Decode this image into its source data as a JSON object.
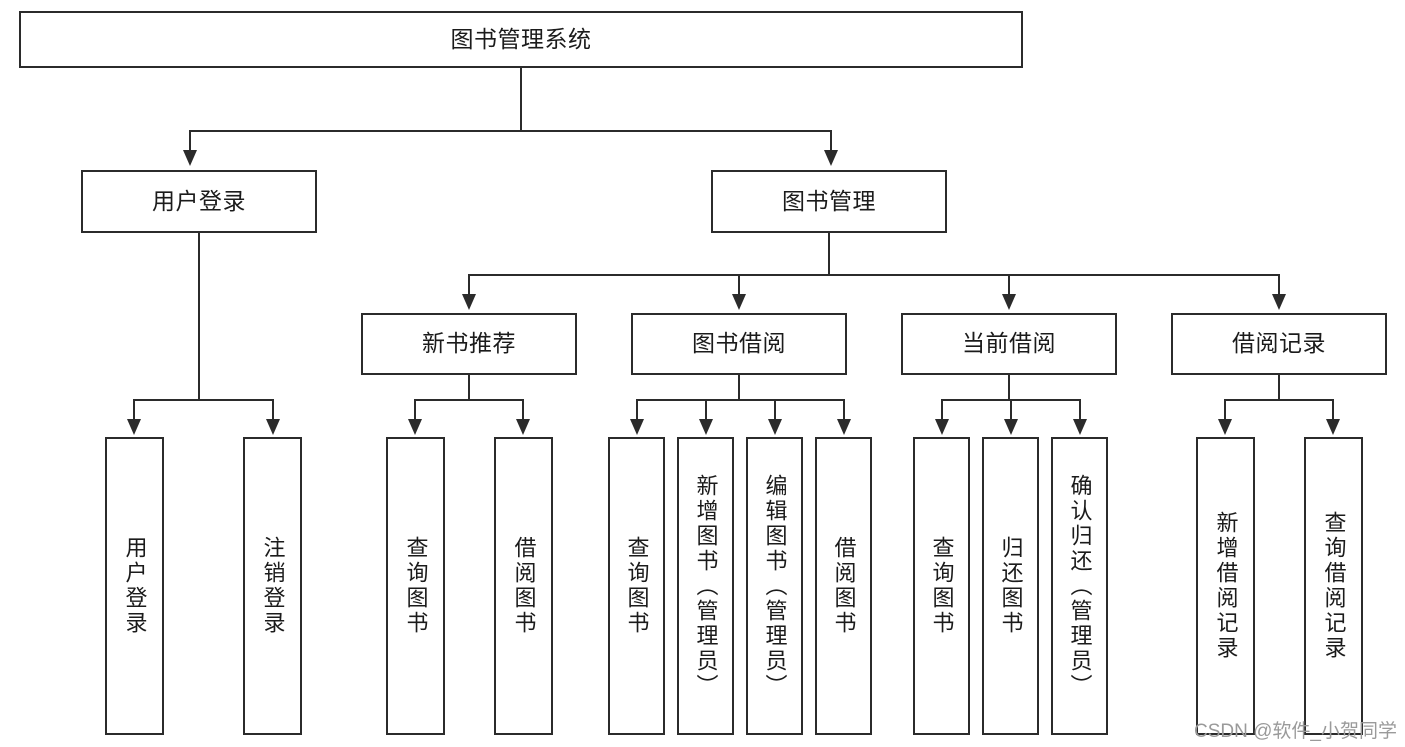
{
  "diagram": {
    "title": "图书管理系统",
    "type": "tree-hierarchy",
    "root": {
      "label": "图书管理系统"
    },
    "level1": [
      {
        "label": "用户登录"
      },
      {
        "label": "图书管理"
      }
    ],
    "level2": [
      {
        "label": "新书推荐",
        "parent": "图书管理"
      },
      {
        "label": "图书借阅",
        "parent": "图书管理"
      },
      {
        "label": "当前借阅",
        "parent": "图书管理"
      },
      {
        "label": "借阅记录",
        "parent": "图书管理"
      }
    ],
    "leaves": {
      "user_login": [
        {
          "label": "用户登录"
        },
        {
          "label": "注销登录"
        }
      ],
      "new_book": [
        {
          "label": "查询图书"
        },
        {
          "label": "借阅图书"
        }
      ],
      "book_borrow": [
        {
          "label": "查询图书"
        },
        {
          "label": "新增图书（管理员）"
        },
        {
          "label": "编辑图书（管理员）"
        },
        {
          "label": "借阅图书"
        }
      ],
      "current_borrow": [
        {
          "label": "查询图书"
        },
        {
          "label": "归还图书"
        },
        {
          "label": "确认归还（管理员）"
        }
      ],
      "borrow_record": [
        {
          "label": "新增借阅记录"
        },
        {
          "label": "查询借阅记录"
        }
      ]
    }
  },
  "watermark": {
    "text": "CSDN @软件_小贺同学"
  },
  "colors": {
    "stroke": "#2b2b2b",
    "background": "#ffffff",
    "text": "#1b1b1b",
    "watermark": "#9a9a9a"
  }
}
